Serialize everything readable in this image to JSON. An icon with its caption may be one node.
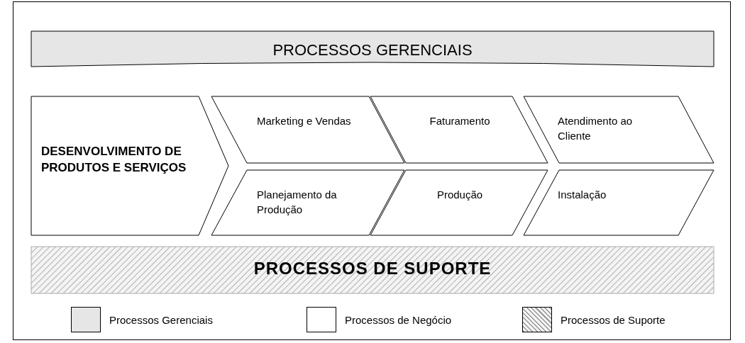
{
  "diagram": {
    "nodes": [
      {
        "text": [
          "PROCESSOS GERENCIAIS"
        ]
      },
      {
        "text": [
          "DESENVOLVIMENTO DE PRODUTOS E SERVIÇOS"
        ]
      },
      {
        "text": [
          "Marketing e Vendas"
        ]
      },
      {
        "text": [
          "Faturamento"
        ]
      },
      {
        "text": [
          "Atendimento ao Cliente"
        ]
      },
      {
        "text": [
          "Planejamento da Produção"
        ]
      },
      {
        "text": [
          "Produção"
        ]
      },
      {
        "text": [
          "Instalação"
        ]
      },
      {
        "text": [
          "PROCESSOS DE SUPORTE"
        ]
      }
    ],
    "edges": [],
    "legend": [
      {
        "text": "Processos Gerenciais",
        "color": "#e6e6e6"
      },
      {
        "text": "Processos de Negócio",
        "color": "#ffffff"
      },
      {
        "text": "Processos de Suporte"
      }
    ]
  }
}
